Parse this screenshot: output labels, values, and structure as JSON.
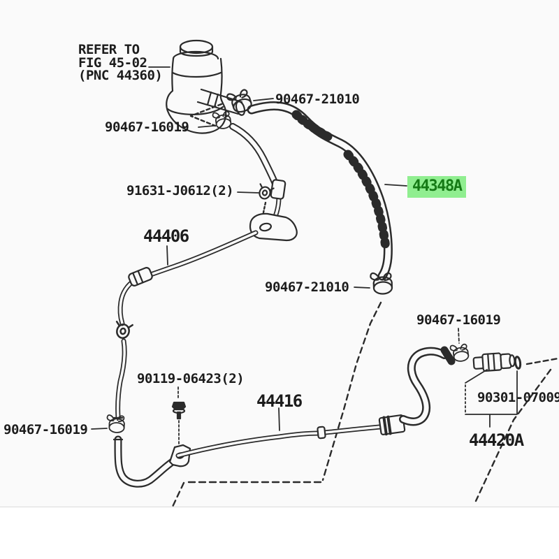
{
  "diagram": {
    "refer_note": {
      "line1": "REFER TO",
      "line2": "FIG 45-02",
      "line3": "(PNC 44360)"
    },
    "labels": {
      "clamp_top": "90467-21010",
      "clamp_upper_left": "90467-16019",
      "grommet_pair": "91631-J0612(2)",
      "tube_upper": "44406",
      "hose_highlighted": "44348A",
      "clamp_mid": "90467-21010",
      "clamp_right": "90467-16019",
      "oring": "90301-07009",
      "union_assy": "44420A",
      "bolt_pair": "90119-06423(2)",
      "tube_lower": "44416",
      "clamp_bottom_left": "90467-16019"
    },
    "colors": {
      "highlight_bg": "#90EE90",
      "highlight_text": "#157a15",
      "line_art": "#2b2b2b",
      "paper": "#fafafa"
    }
  }
}
